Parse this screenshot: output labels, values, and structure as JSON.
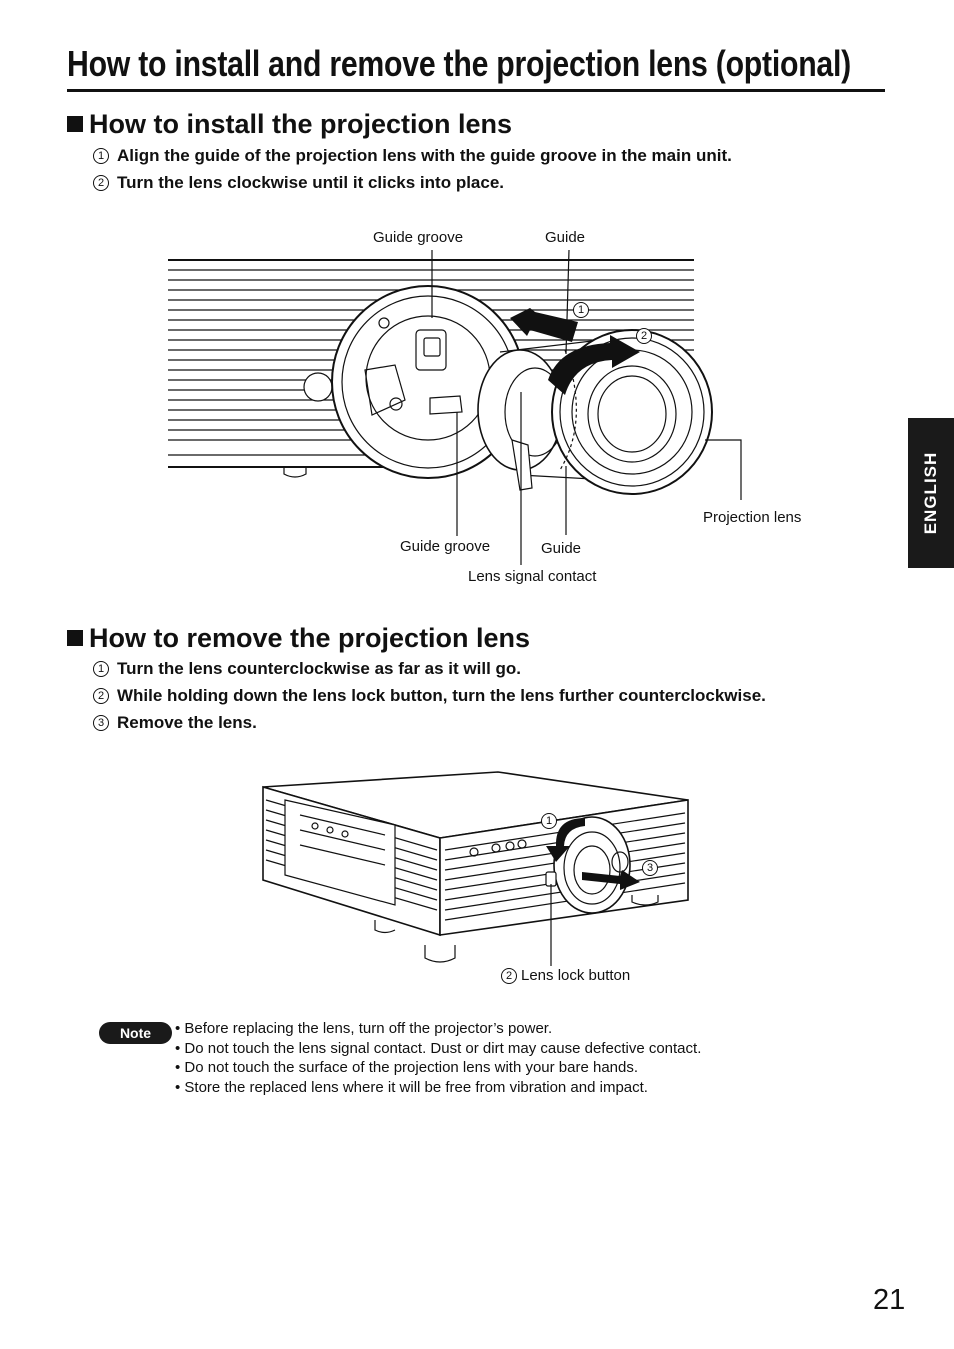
{
  "page_title": "How to install and remove the projection lens (optional)",
  "install": {
    "heading": "How to install the projection lens",
    "steps": [
      {
        "num": "1",
        "text": "Align the guide of the projection lens with the guide groove in the main unit."
      },
      {
        "num": "2",
        "text": "Turn the lens clockwise until it clicks into place."
      }
    ],
    "figure": {
      "label_guide_groove_top": "Guide groove",
      "label_guide_top": "Guide",
      "label_guide_groove_bottom": "Guide groove",
      "label_guide_bottom": "Guide",
      "label_lens_signal_contact": "Lens signal contact",
      "label_projection_lens": "Projection lens",
      "arrow1_num": "1",
      "arrow2_num": "2"
    }
  },
  "remove": {
    "heading": "How to remove the projection lens",
    "steps": [
      {
        "num": "1",
        "text": "Turn the lens counterclockwise as far as it will go."
      },
      {
        "num": "2",
        "text": "While holding down the lens lock button, turn the lens further counterclockwise."
      },
      {
        "num": "3",
        "text": "Remove the lens."
      }
    ],
    "figure": {
      "arrow1_num": "1",
      "arrow3_num": "3",
      "lock_num": "2",
      "label_lens_lock_button": "Lens lock button"
    }
  },
  "note": {
    "badge": "Note",
    "items": [
      "• Before replacing the lens, turn off the projector’s power.",
      "• Do not touch the lens signal contact. Dust or dirt may cause defective contact.",
      "• Do not touch the surface of the projection lens with your bare hands.",
      "• Store the replaced lens where it will be free from vibration and impact."
    ]
  },
  "language_tab": "ENGLISH",
  "page_number": "21"
}
